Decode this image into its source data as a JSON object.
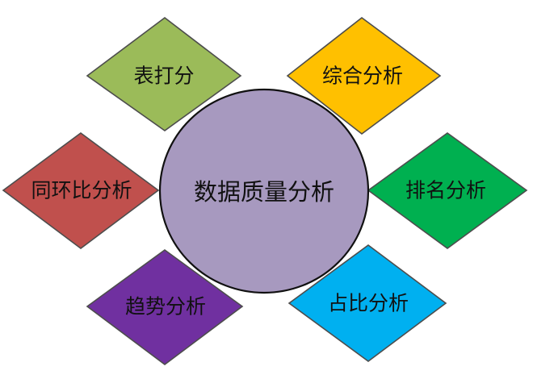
{
  "center": {
    "label": "数据质量分析",
    "color": "#a799bf"
  },
  "nodes": [
    {
      "id": "table-score",
      "label": "表打分",
      "color": "#9bbb59"
    },
    {
      "id": "comprehensive-analysis",
      "label": "综合分析",
      "color": "#ffc000"
    },
    {
      "id": "period-comparison-analysis",
      "label": "同环比分析",
      "color": "#c0504d"
    },
    {
      "id": "ranking-analysis",
      "label": "排名分析",
      "color": "#00b050"
    },
    {
      "id": "trend-analysis",
      "label": "趋势分析",
      "color": "#7030a0"
    },
    {
      "id": "proportion-analysis",
      "label": "占比分析",
      "color": "#00b0f0"
    }
  ]
}
